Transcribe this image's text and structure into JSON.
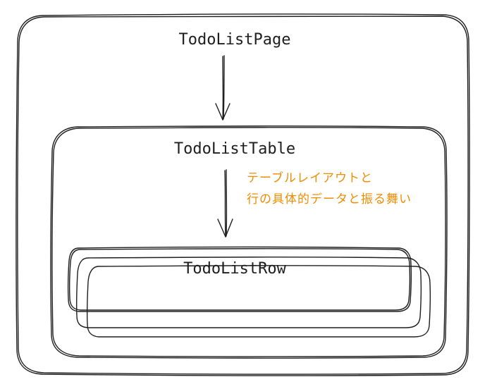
{
  "page": {
    "label": "TodoListPage"
  },
  "table": {
    "label": "TodoListTable"
  },
  "row": {
    "label": "TodoListRow"
  },
  "annotation": {
    "line1": "テーブルレイアウトと",
    "line2": "行の具体的データと振る舞い",
    "color": "#f08c00"
  }
}
